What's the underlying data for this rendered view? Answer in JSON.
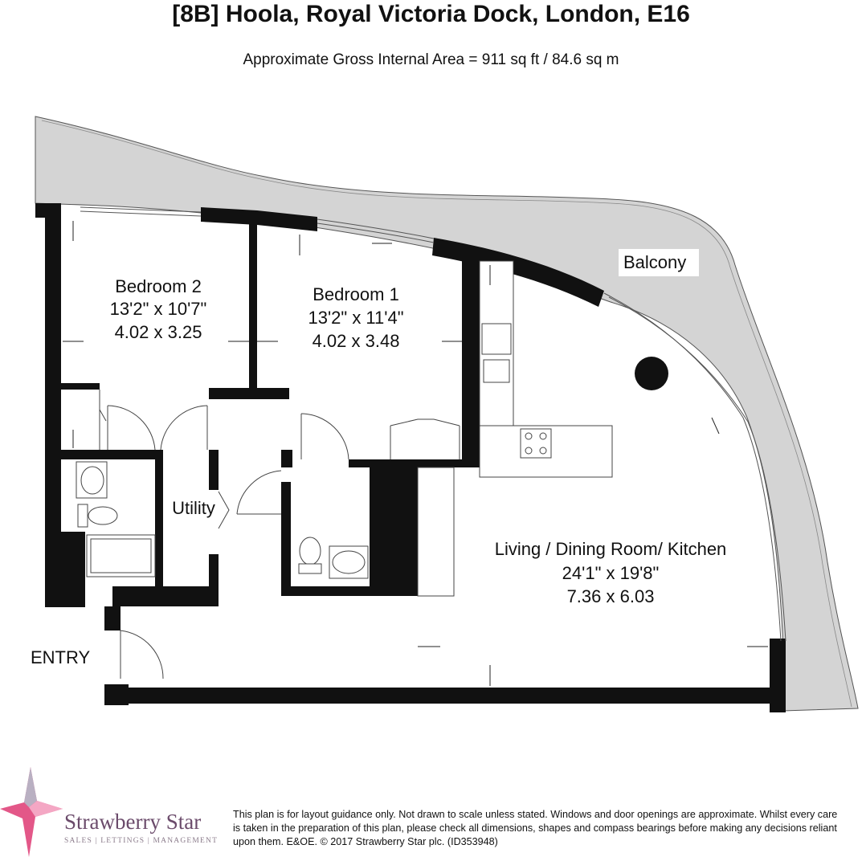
{
  "header": {
    "title": "[8B] Hoola, Royal Victoria Dock, London, E16",
    "area": "Approximate Gross Internal Area = 911 sq ft / 84.6 sq m"
  },
  "rooms": {
    "bedroom2": {
      "name": "Bedroom 2",
      "imperial": "13'2\" x 10'7\"",
      "metric": "4.02 x 3.25"
    },
    "bedroom1": {
      "name": "Bedroom 1",
      "imperial": "13'2\" x 11'4\"",
      "metric": "4.02 x 3.48"
    },
    "living": {
      "name": "Living / Dining Room/ Kitchen",
      "imperial": "24'1\" x 19'8\"",
      "metric": "7.36 x 6.03"
    },
    "utility": "Utility",
    "balcony": "Balcony",
    "entry": "ENTRY"
  },
  "brand": {
    "name": "Strawberry Star",
    "tagline": "SALES | LETTINGS | MANAGEMENT",
    "accent": "#e0457b"
  },
  "disclaimer": "This plan is for layout guidance only. Not drawn to scale unless stated. Windows and door openings are approximate. Whilst every care is taken in the preparation of this plan, please check all dimensions, shapes and compass bearings before making any decisions reliant upon them. E&OE. © 2017 Strawberry Star plc. (ID353948)",
  "colors": {
    "wall": "#111111",
    "balcony_fill": "#d4d4d4"
  }
}
